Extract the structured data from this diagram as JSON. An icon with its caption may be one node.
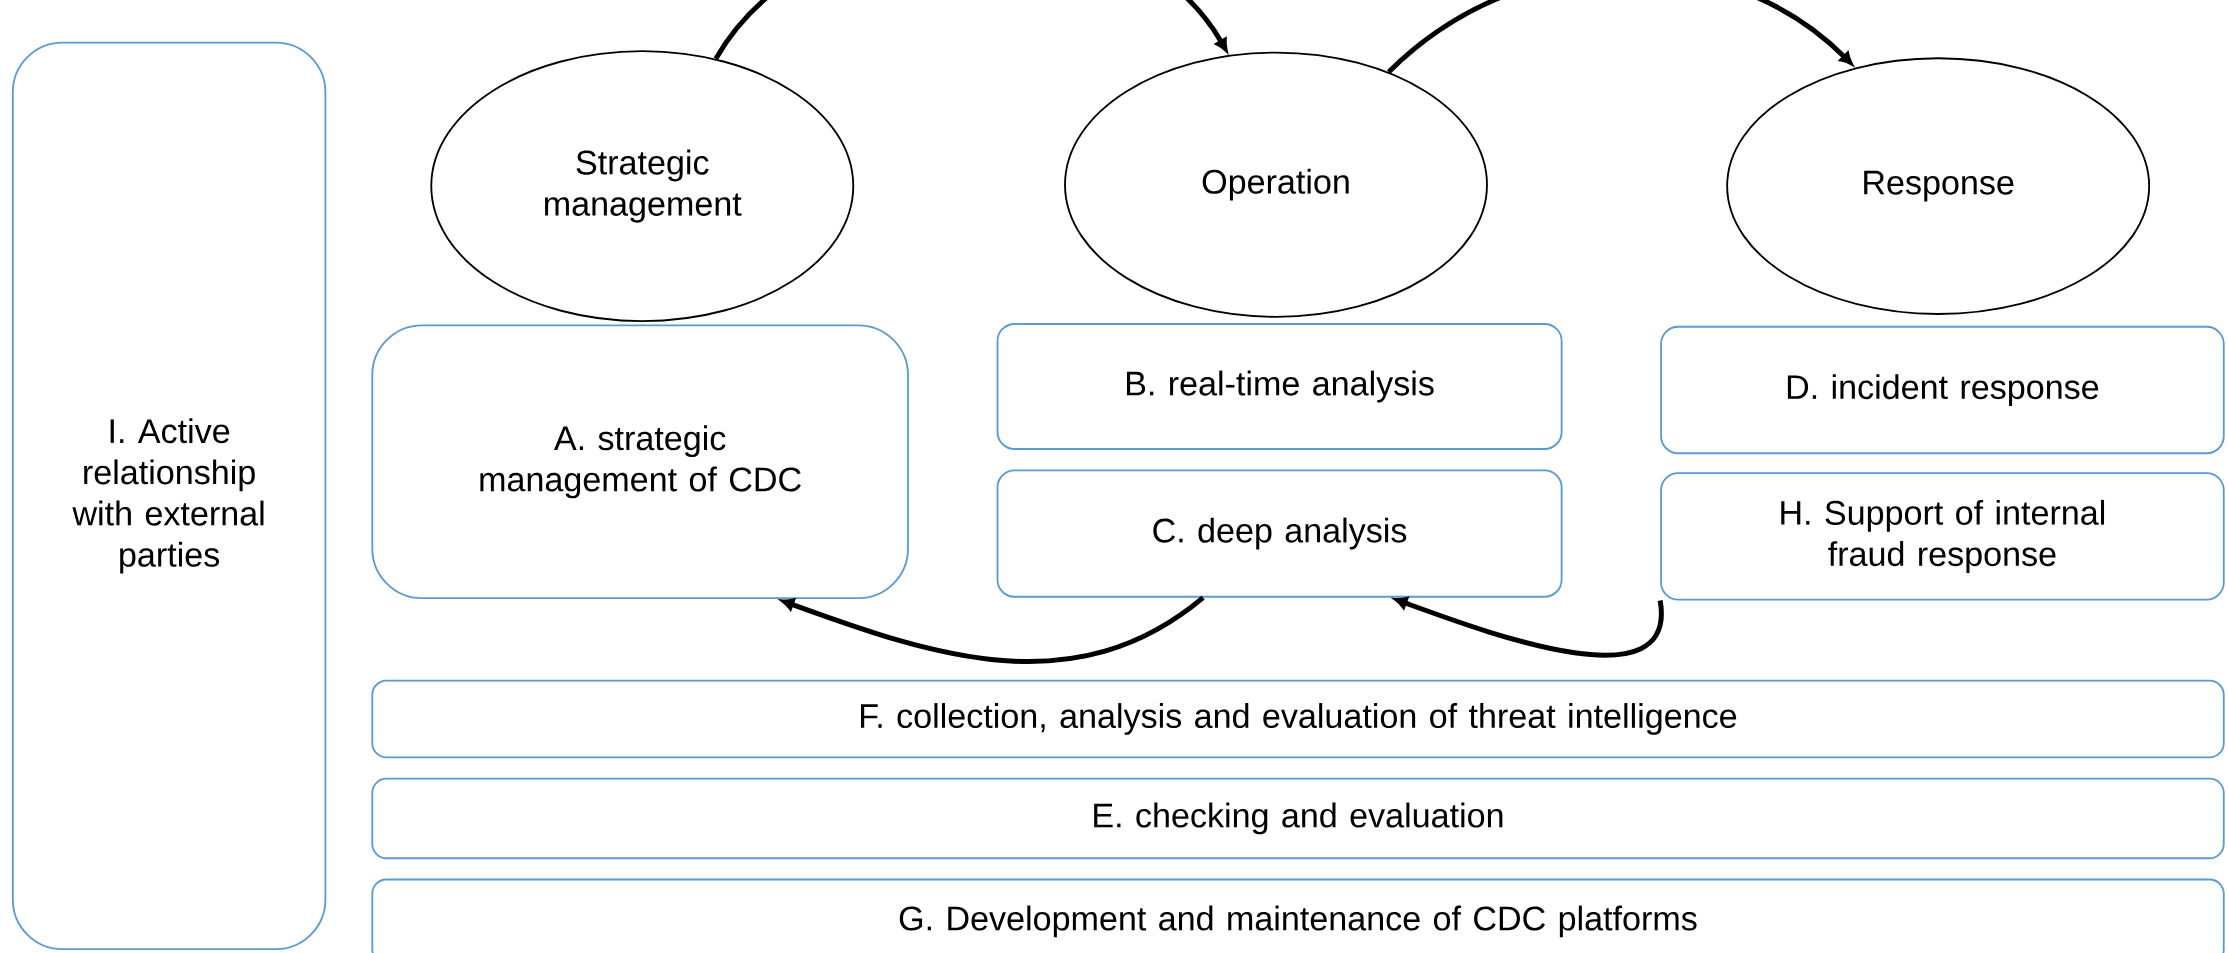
{
  "diagram": {
    "nodes": [
      {
        "text": [
          "I. Active relationship with external parties"
        ]
      },
      {
        "text": [
          "Strategic management"
        ]
      },
      {
        "text": [
          "Operation"
        ]
      },
      {
        "text": [
          "Response"
        ]
      },
      {
        "text": [
          "A. strategic management of CDC"
        ]
      },
      {
        "text": [
          "B. real-time analysis"
        ]
      },
      {
        "text": [
          "C. deep analysis"
        ]
      },
      {
        "text": [
          "D. incident response"
        ]
      },
      {
        "text": [
          "H. Support of internal fraud response"
        ]
      },
      {
        "text": [
          "F. collection, analysis and evaluation of threat intelligence"
        ]
      },
      {
        "text": [
          "E. checking and evaluation"
        ]
      },
      {
        "text": [
          "G. Development and maintenance of CDC platforms"
        ]
      }
    ],
    "edges": [
      {
        "from": 1,
        "to": 2,
        "arrow": "to"
      },
      {
        "from": 2,
        "to": 3,
        "arrow": "to"
      },
      {
        "from": 8,
        "to": 6,
        "arrow": "to"
      },
      {
        "from": 6,
        "to": 4,
        "arrow": "to"
      }
    ]
  }
}
